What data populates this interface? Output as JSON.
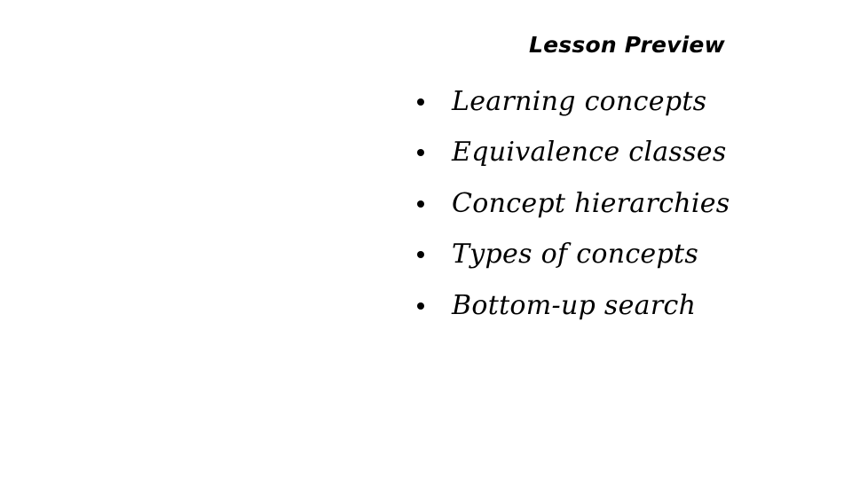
{
  "slide": {
    "title": "Lesson Preview",
    "items": [
      "Learning concepts",
      "Equivalence classes",
      "Concept hierarchies",
      "Types of concepts",
      "Bottom-up search"
    ]
  }
}
